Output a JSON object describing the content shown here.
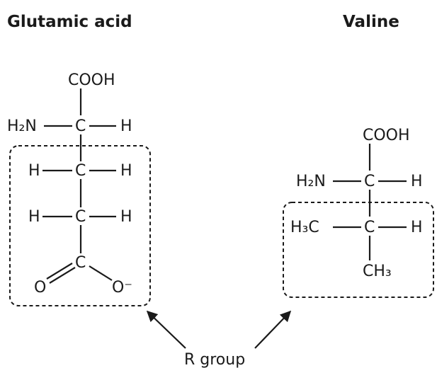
{
  "titles": {
    "glutamic": "Glutamic acid",
    "valine": "Valine"
  },
  "label": "R group",
  "atoms": {
    "cooh": "COOH",
    "h2n": "H₂N",
    "h": "H",
    "c": "C",
    "o": "O",
    "o_minus": "O⁻",
    "h3c": "H₃C",
    "ch3": "CH₃"
  }
}
